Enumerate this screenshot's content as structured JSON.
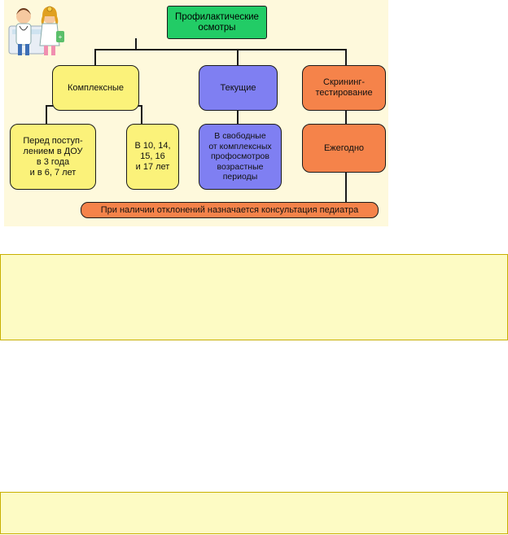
{
  "diagram": {
    "root": {
      "label": "Профилактические\nосмотры",
      "color": "#22cc66"
    },
    "complex": {
      "label": "Комплексные",
      "color": "#fbf27a",
      "children": [
        {
          "label": "Перед поступ-\nлением в ДОУ\nв 3 года\nи в 6, 7 лет"
        },
        {
          "label": "В 10, 14,\n15, 16\nи 17 лет"
        }
      ]
    },
    "current": {
      "label": "Текущие",
      "color": "#7f7ff2",
      "child": {
        "label": "В свободные\nот комплексных\nпрофосмотров\nвозрастные\nпериоды"
      }
    },
    "screening": {
      "label": "Скрининг-\nтестирование",
      "color": "#f5834a",
      "child": {
        "label": "Ежегодно"
      }
    },
    "footer": {
      "label": "При наличии отклонений назначается консультация педиатра",
      "color": "#f5834a"
    },
    "illustration": {
      "icon": "doctors-illustration"
    }
  },
  "panels": [
    {
      "text": ""
    },
    {
      "text": ""
    }
  ]
}
